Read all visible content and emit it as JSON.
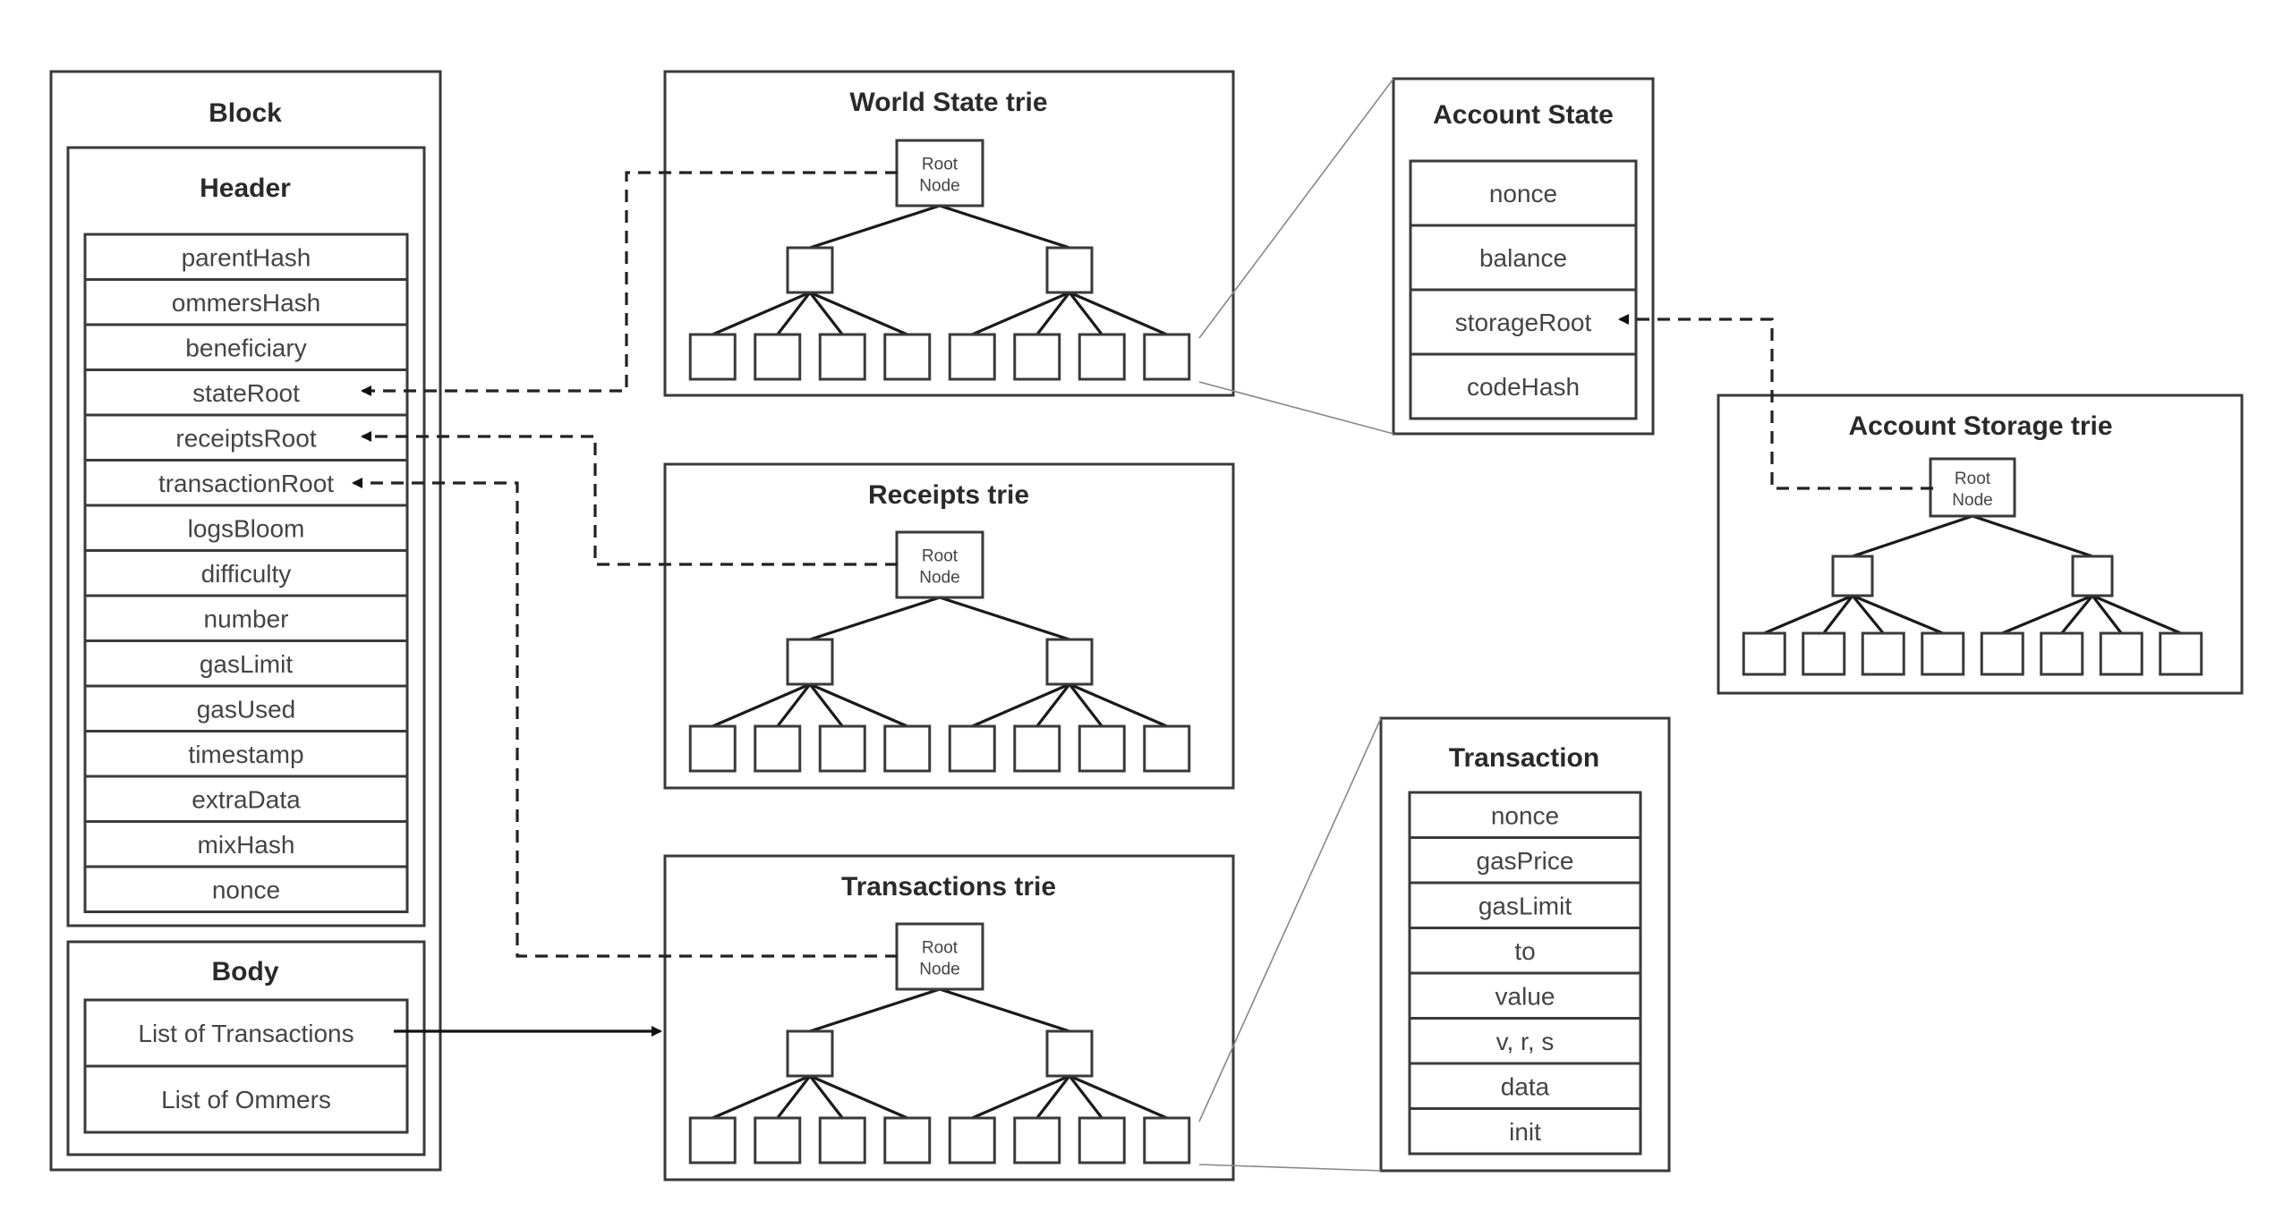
{
  "block": {
    "title": "Block",
    "header": {
      "title": "Header",
      "fields": [
        "parentHash",
        "ommersHash",
        "beneficiary",
        "stateRoot",
        "receiptsRoot",
        "transactionRoot",
        "logsBloom",
        "difficulty",
        "number",
        "gasLimit",
        "gasUsed",
        "timestamp",
        "extraData",
        "mixHash",
        "nonce"
      ]
    },
    "body": {
      "title": "Body",
      "fields": [
        "List of Transactions",
        "List of Ommers"
      ]
    }
  },
  "tries": [
    {
      "title": "World State trie",
      "root_line1": "Root",
      "root_line2": "Node"
    },
    {
      "title": "Receipts trie",
      "root_line1": "Root",
      "root_line2": "Node"
    },
    {
      "title": "Transactions trie",
      "root_line1": "Root",
      "root_line2": "Node"
    }
  ],
  "account_state": {
    "title": "Account State",
    "fields": [
      "nonce",
      "balance",
      "storageRoot",
      "codeHash"
    ]
  },
  "account_storage": {
    "title": "Account Storage trie",
    "root_line1": "Root",
    "root_line2": "Node"
  },
  "transaction": {
    "title": "Transaction",
    "fields": [
      "nonce",
      "gasPrice",
      "gasLimit",
      "to",
      "value",
      "v, r, s",
      "data",
      "init"
    ]
  }
}
